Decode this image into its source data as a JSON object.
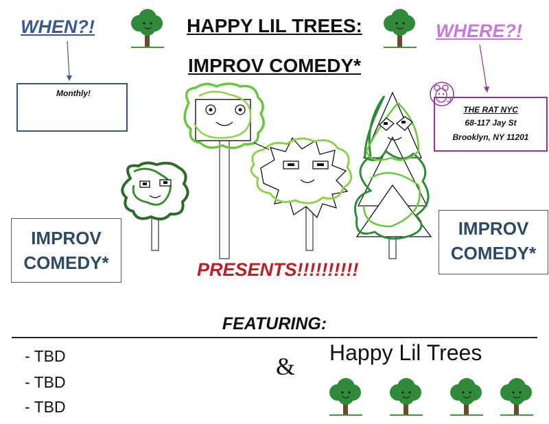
{
  "when": {
    "label": "WHEN?!",
    "value": "Monthly!"
  },
  "where": {
    "label": "WHERE?!",
    "venue": "THE RAT NYC",
    "address_line1": "68-117 Jay St",
    "address_line2": "Brooklyn, NY 11201"
  },
  "title": {
    "line1": "HAPPY LIL TREES:",
    "line2": "IMPROV COMEDY*"
  },
  "improv_badge": {
    "line1": "IMPROV",
    "line2": "COMEDY*"
  },
  "presents": "PRESENTS!!!!!!!!!!",
  "featuring": {
    "label": "FEATURING:",
    "performers": [
      "- TBD",
      "- TBD",
      "- TBD"
    ],
    "ampersand": "&",
    "headliner": "Happy Lil Trees"
  },
  "colors": {
    "when_blue": "#3b5a8c",
    "where_purple": "#c77ad6",
    "presents_red": "#b8202a",
    "improv_navy": "#2e4a63",
    "tree_green": "#2f8a3a",
    "tree_dark": "#2d6a2a",
    "tree_light": "#8fd14f"
  }
}
